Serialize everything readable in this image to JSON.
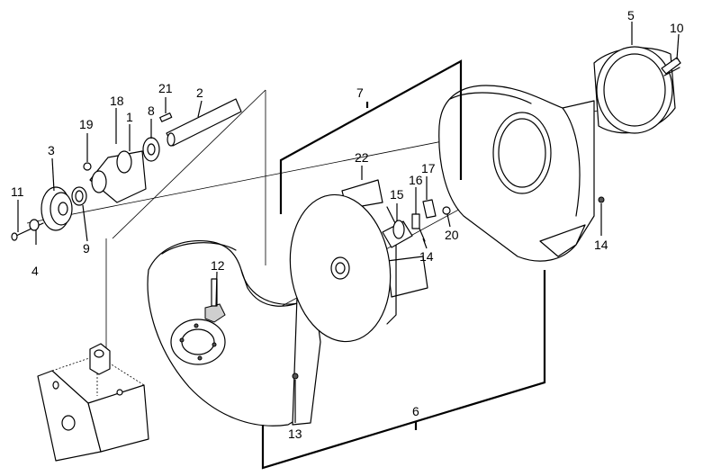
{
  "callouts": [
    {
      "id": "c1",
      "label": "1"
    },
    {
      "id": "c2",
      "label": "2"
    },
    {
      "id": "c3",
      "label": "3"
    },
    {
      "id": "c4",
      "label": "4"
    },
    {
      "id": "c5",
      "label": "5"
    },
    {
      "id": "c6",
      "label": "6"
    },
    {
      "id": "c7",
      "label": "7"
    },
    {
      "id": "c8",
      "label": "8"
    },
    {
      "id": "c9",
      "label": "9"
    },
    {
      "id": "c10",
      "label": "10"
    },
    {
      "id": "c11",
      "label": "11"
    },
    {
      "id": "c12",
      "label": "12"
    },
    {
      "id": "c13",
      "label": "13"
    },
    {
      "id": "c14a",
      "label": "14"
    },
    {
      "id": "c14b",
      "label": "14"
    },
    {
      "id": "c15",
      "label": "15"
    },
    {
      "id": "c16",
      "label": "16"
    },
    {
      "id": "c17",
      "label": "17"
    },
    {
      "id": "c18",
      "label": "18"
    },
    {
      "id": "c19",
      "label": "19"
    },
    {
      "id": "c20",
      "label": "20"
    },
    {
      "id": "c21",
      "label": "21"
    },
    {
      "id": "c22",
      "label": "22"
    }
  ]
}
